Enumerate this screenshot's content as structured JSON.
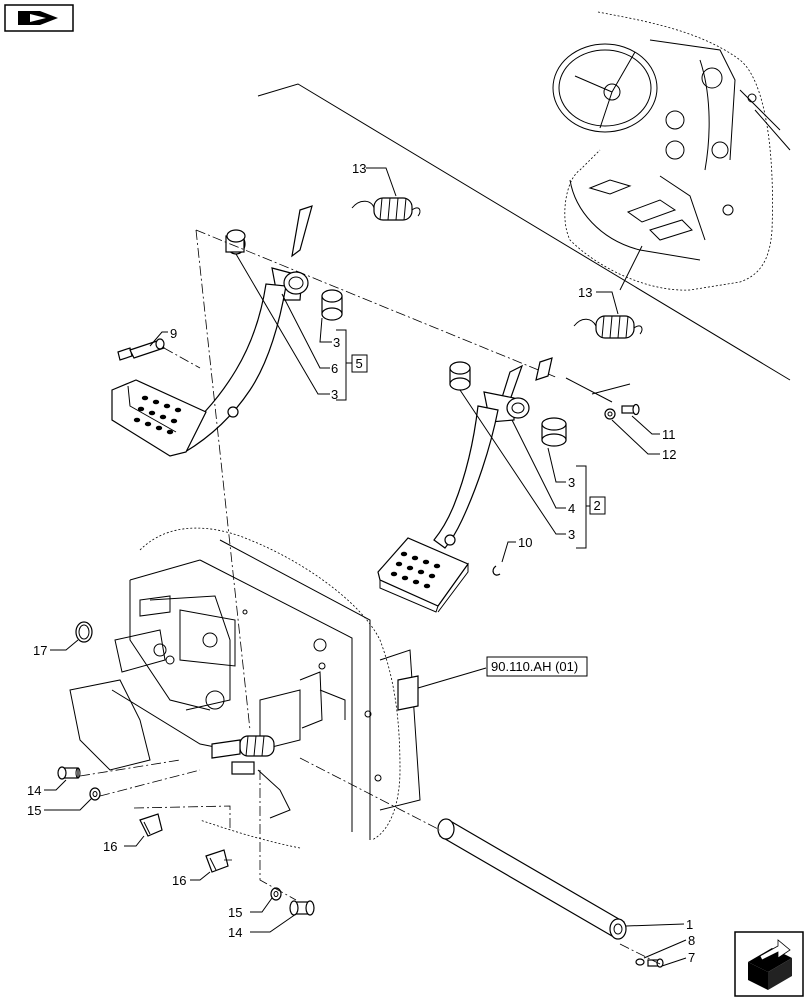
{
  "reference_box": "90.110.AH (01)",
  "group_boxes": {
    "upper": "5",
    "lower": "2"
  },
  "callouts": {
    "c1": "1",
    "c3a": "3",
    "c3b": "3",
    "c3c": "3",
    "c3d": "3",
    "c4": "4",
    "c6": "6",
    "c7": "7",
    "c8": "8",
    "c9": "9",
    "c10": "10",
    "c11": "11",
    "c12": "12",
    "c13a": "13",
    "c13b": "13",
    "c14a": "14",
    "c14b": "14",
    "c15a": "15",
    "c15b": "15",
    "c16a": "16",
    "c16b": "16",
    "c17": "17"
  },
  "icons": {
    "top_left": "book-open-icon",
    "bottom_right": "next-page-arrow-icon"
  }
}
